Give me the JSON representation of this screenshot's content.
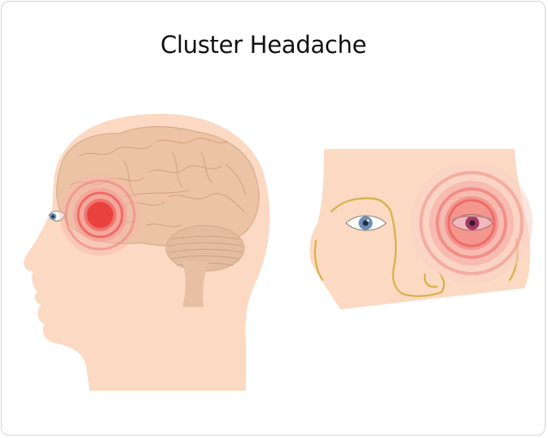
{
  "title": "Cluster Headache",
  "colors": {
    "skin": "#fbd9c2",
    "brain": "#ecc3a5",
    "brain_stroke": "#d9ab8c",
    "cerebellum": "#e3bb9f",
    "pain_core": "#e8413e",
    "pain_ring": "#f07a76",
    "face_outline": "#d7b046",
    "iris": "#6c8fb5"
  },
  "figures": [
    {
      "name": "side-profile",
      "icon": "head-profile-with-brain"
    },
    {
      "name": "front-face-section",
      "icon": "face-with-red-eye"
    }
  ]
}
